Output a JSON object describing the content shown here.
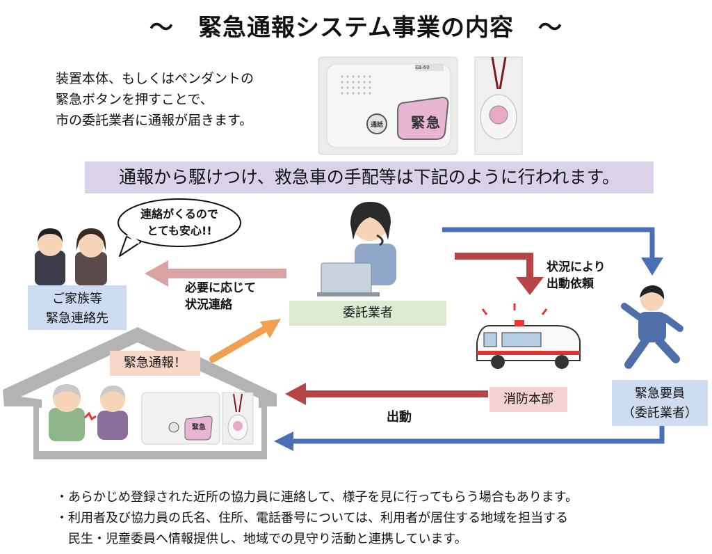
{
  "title": "～　緊急通報システム事業の内容　～",
  "intro": {
    "line1": "装置本体、もしくはペンダントの",
    "line2": "緊急ボタンを押すことで、",
    "line3": "市の委託業者に通報が届きます。"
  },
  "device": {
    "button_kanji": "緊急",
    "small_button": "通話",
    "model_label": "EB-60"
  },
  "banner": "通報から駆けつけ、救急車の手配等は下記のように行われます。",
  "speech": {
    "line1": "連絡がくるので",
    "line2": "とても安心!!"
  },
  "family_box": {
    "line1": "ご家族等",
    "line2": "緊急連絡先"
  },
  "contractor_box": "委託業者",
  "emergency_call_box": "緊急通報！",
  "fire_box": "消防本部",
  "responder_box": {
    "line1": "緊急要員",
    "line2": "（委託業者）"
  },
  "labels": {
    "contact": {
      "line1": "必要に応じて",
      "line2": "状況連絡"
    },
    "dispatch_request": {
      "line1": "状況により",
      "line2": "出動依頼"
    },
    "dispatch": "出動"
  },
  "notes": {
    "line1": "・あらかじめ登録された近所の協力員に連絡して、様子を見に行ってもらう場合もあります。",
    "line2": "・利用者及び協力員の氏名、住所、電話番号については、利用者が居住する地域を担当する",
    "line3": "　民生・児童委員へ情報提供し、地域での見守り活動と連携しています。"
  },
  "colors": {
    "banner": "#d9d2e9",
    "blue_box": "#cddcf0",
    "green_box": "#dcead2",
    "arrow_blue": "#4a6fb5",
    "arrow_red": "#b84545",
    "arrow_pink": "#d9a3a3",
    "arrow_orange": "#f0a050",
    "roof": "#b3b3b3"
  }
}
